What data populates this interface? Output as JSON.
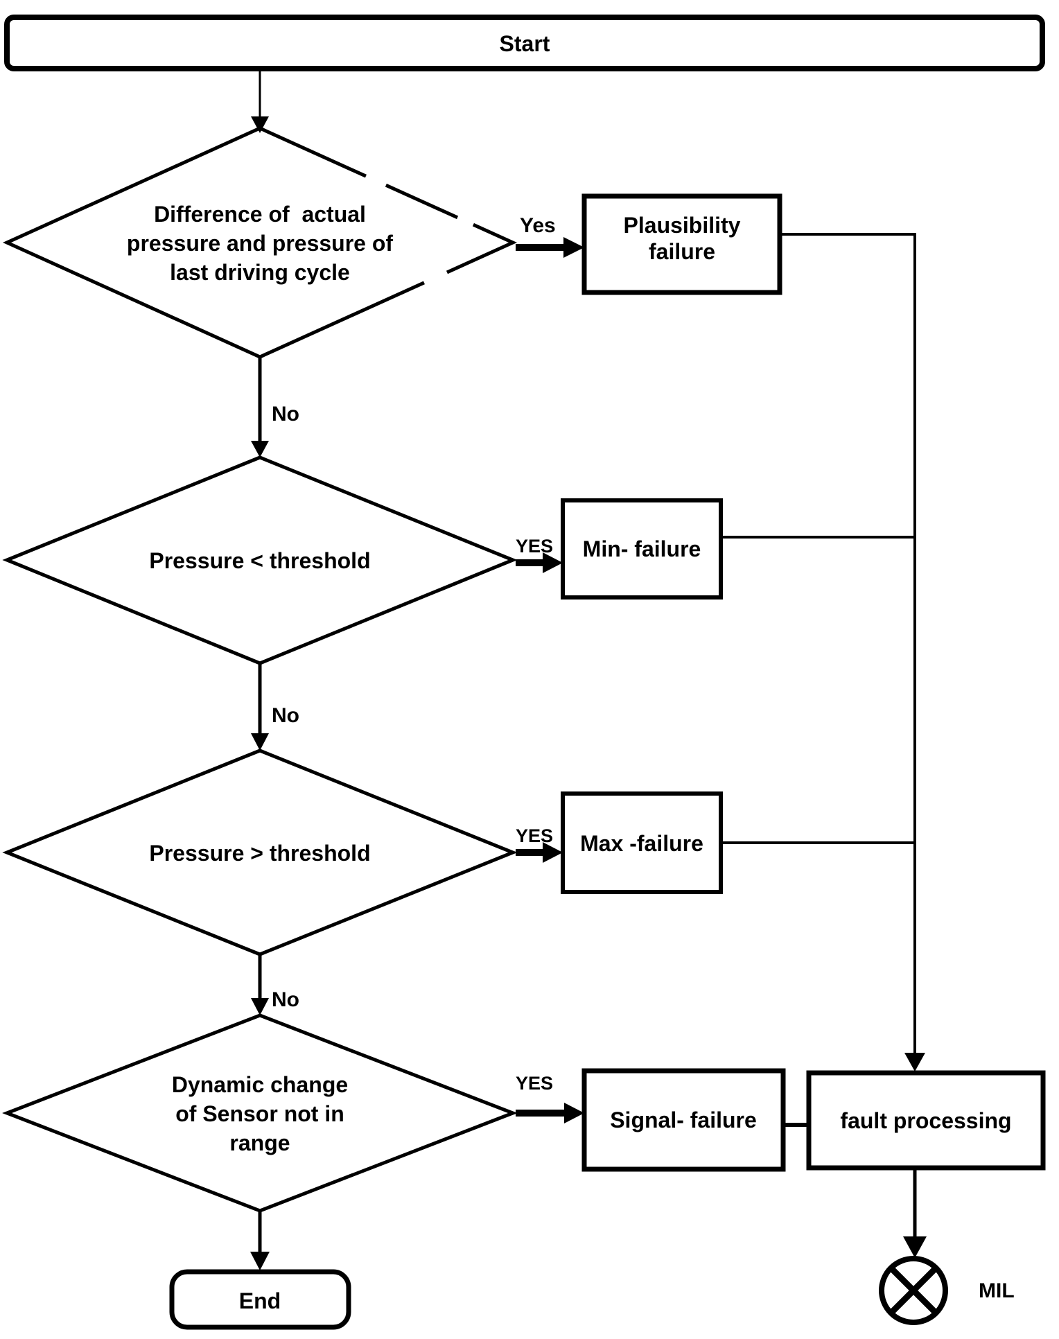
{
  "colors": {
    "ink": "#000000",
    "paper": "#ffffff"
  },
  "nodes": {
    "start": {
      "label": "Start"
    },
    "decision_pressure_diff": {
      "lines": [
        "Difference of  actual",
        "pressure and pressure of",
        "last driving cycle"
      ]
    },
    "plausibility_failure": {
      "lines": [
        "Plausibility",
        "failure"
      ]
    },
    "decision_pressure_low": {
      "label": "Pressure < threshold"
    },
    "min_failure": {
      "label": "Min- failure"
    },
    "decision_pressure_high": {
      "label": "Pressure > threshold"
    },
    "max_failure": {
      "label": "Max -failure"
    },
    "decision_dynamic_change": {
      "lines": [
        "Dynamic change",
        "of Sensor not in",
        "range"
      ]
    },
    "signal_failure": {
      "label": "Signal- failure"
    },
    "fault_processing": {
      "label": "fault processing"
    },
    "end": {
      "label": "End"
    },
    "mil": {
      "label": "MIL"
    }
  },
  "edges": {
    "yes_to_plausibility": "Yes",
    "no_after_diff": "No",
    "yes_to_min": "YES",
    "no_after_low": "No",
    "yes_to_max": "YES",
    "no_after_high": "No",
    "yes_to_signal": "YES"
  }
}
